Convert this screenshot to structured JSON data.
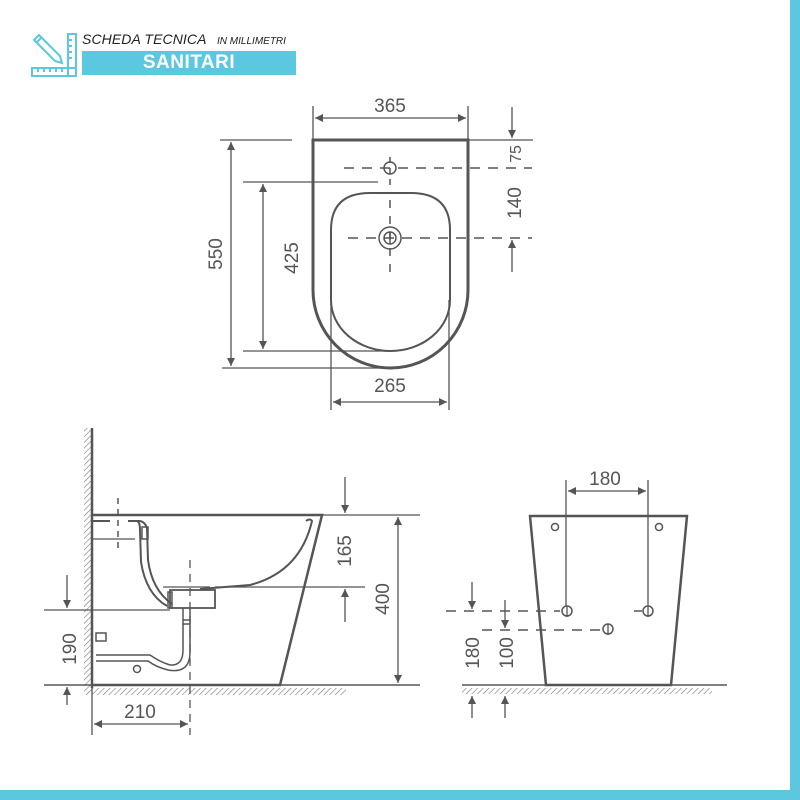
{
  "header": {
    "title": "SCHEDA TECNICA",
    "subtitle": "IN MILLIMETRI",
    "category": "SANITARI",
    "icon": "ruler-pencil-icon"
  },
  "colors": {
    "accent": "#5bc8df",
    "line": "#555555",
    "background": "#ffffff"
  },
  "top_view": {
    "dimensions": {
      "total_width": "365",
      "total_length": "550",
      "bowl_length": "425",
      "bowl_width": "265",
      "rim_to_tap_hole": "75",
      "tap_hole_to_drain": "140"
    }
  },
  "side_view": {
    "dimensions": {
      "height": "400",
      "bowl_depth": "165",
      "drain_height": "190",
      "wall_to_drain": "210"
    }
  },
  "rear_view": {
    "dimensions": {
      "fixing_spacing": "180",
      "fixing_height": "180",
      "supply_height": "100"
    }
  }
}
